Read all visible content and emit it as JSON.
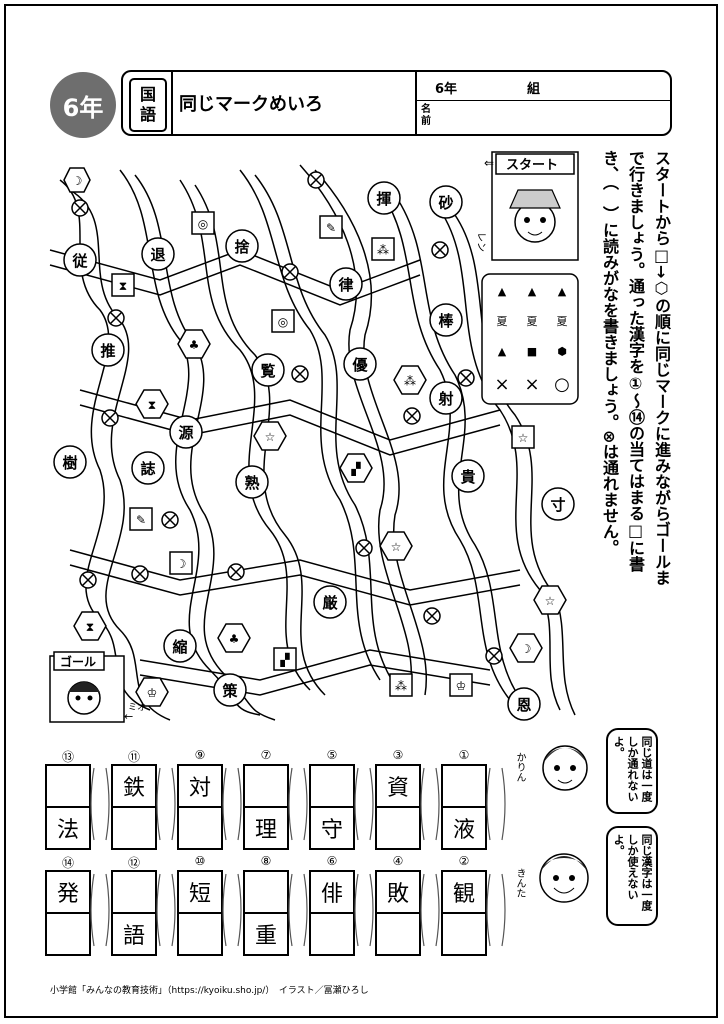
{
  "header": {
    "grade_badge": "6年",
    "subject_line1": "国",
    "subject_line2": "語",
    "title": "同じマークめいろ",
    "class_grade": "6年",
    "class_suffix": "組",
    "name_label": "名前"
  },
  "instructions": "スタートから□→⬡の順に同じマークに進みながらゴールまで行きましょう。通った漢字を①～⑭の当てはまる□に書き、（　）に読みがなを書きましょう。⊗は通れません。",
  "maze": {
    "start_label": "スタート",
    "goal_label": "ゴール",
    "start_character": "レン",
    "goal_character": "ミオ",
    "legend_results": [
      "×",
      "×",
      "○"
    ],
    "legend_middle": "夏",
    "kanji_nodes": [
      "従",
      "退",
      "捨",
      "推",
      "源",
      "覧",
      "樹",
      "誌",
      "熟",
      "縮",
      "策",
      "揮",
      "律",
      "優",
      "砂",
      "棒",
      "射",
      "貴",
      "寸",
      "厳",
      "恩"
    ]
  },
  "tips": [
    {
      "character": "かりん",
      "text": "同じ道は一度しか通れないよ。"
    },
    {
      "character": "きんた",
      "text": "同じ漢字は一度しか使えないよ。"
    }
  ],
  "answers": {
    "top": [
      {
        "num": "⑬",
        "upper": "",
        "lower": "法"
      },
      {
        "num": "⑪",
        "upper": "鉄",
        "lower": ""
      },
      {
        "num": "⑨",
        "upper": "対",
        "lower": ""
      },
      {
        "num": "⑦",
        "upper": "",
        "lower": "理"
      },
      {
        "num": "⑤",
        "upper": "",
        "lower": "守"
      },
      {
        "num": "③",
        "upper": "資",
        "lower": ""
      },
      {
        "num": "①",
        "upper": "",
        "lower": "液"
      }
    ],
    "bottom": [
      {
        "num": "⑭",
        "upper": "発",
        "lower": ""
      },
      {
        "num": "⑫",
        "upper": "",
        "lower": "語"
      },
      {
        "num": "⑩",
        "upper": "短",
        "lower": ""
      },
      {
        "num": "⑧",
        "upper": "",
        "lower": "重"
      },
      {
        "num": "⑥",
        "upper": "俳",
        "lower": ""
      },
      {
        "num": "④",
        "upper": "敗",
        "lower": ""
      },
      {
        "num": "②",
        "upper": "観",
        "lower": ""
      }
    ]
  },
  "footer": "小学館「みんなの教育技術」（https://kyoiku.sho.jp/）　イラスト／冨瀬ひろし"
}
